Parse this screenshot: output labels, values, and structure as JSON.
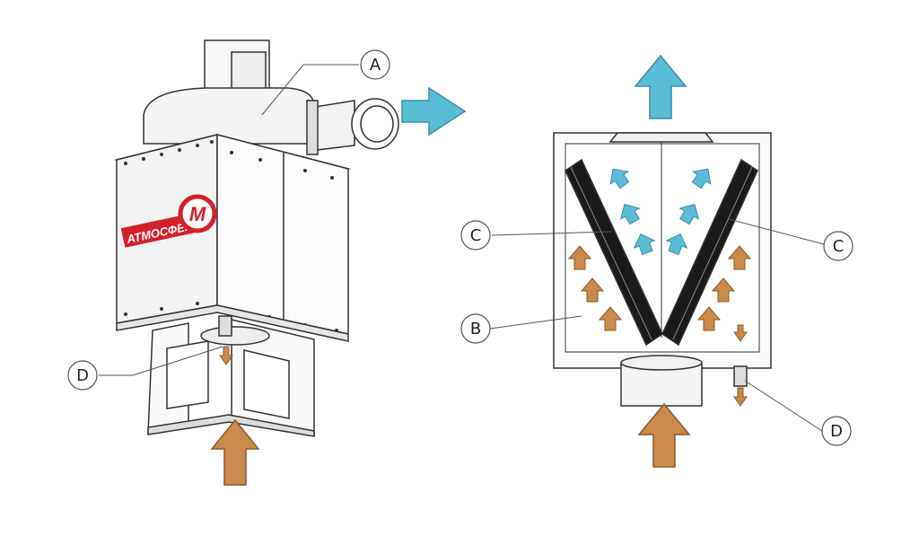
{
  "brand": {
    "name": "АТМОСФЕРА",
    "logo_letter": "М"
  },
  "callouts": {
    "a": "A",
    "b": "B",
    "c": "C",
    "d": "D"
  },
  "colors": {
    "clean_air_arrow": "#5bbcd6",
    "clean_air_arrow_stroke": "#3a8fa8",
    "dirty_air_arrow": "#c98a4b",
    "dirty_air_arrow_stroke": "#8a5a2a",
    "brand_red": "#d4202a",
    "outline": "#333333",
    "filter_dark": "#1a1a1a"
  }
}
